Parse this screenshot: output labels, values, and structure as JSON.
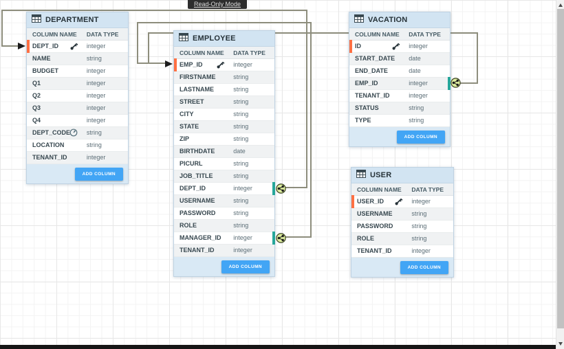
{
  "read_only": {
    "label": "Read-Only Mode"
  },
  "labels": {
    "add_column": "ADD COLUMN"
  },
  "table_headers": {
    "column_name": "COLUMN NAME",
    "data_type": "DATA TYPE"
  },
  "colors": {
    "table_header_bg": "#d2e4f2",
    "add_column_button": "#42a5f5",
    "primary_key_marker": "#ff7043",
    "foreign_key_marker": "#26a69a",
    "relationship_line": "#8d8d7c",
    "tooltip_bg": "#2d2d2d",
    "connector_fill": "#dcec9e"
  },
  "tables": [
    {
      "name": "DEPARTMENT",
      "columns": [
        {
          "name": "DEPT_ID",
          "type": "integer",
          "pk": true
        },
        {
          "name": "NAME",
          "type": "string"
        },
        {
          "name": "BUDGET",
          "type": "integer"
        },
        {
          "name": "Q1",
          "type": "integer"
        },
        {
          "name": "Q2",
          "type": "integer"
        },
        {
          "name": "Q3",
          "type": "integer"
        },
        {
          "name": "Q4",
          "type": "integer"
        },
        {
          "name": "DEPT_CODE",
          "type": "string",
          "computed": true
        },
        {
          "name": "LOCATION",
          "type": "string"
        },
        {
          "name": "TENANT_ID",
          "type": "integer"
        }
      ]
    },
    {
      "name": "EMPLOYEE",
      "columns": [
        {
          "name": "EMP_ID",
          "type": "integer",
          "pk": true
        },
        {
          "name": "FIRSTNAME",
          "type": "string"
        },
        {
          "name": "LASTNAME",
          "type": "string"
        },
        {
          "name": "STREET",
          "type": "string"
        },
        {
          "name": "CITY",
          "type": "string"
        },
        {
          "name": "STATE",
          "type": "string"
        },
        {
          "name": "ZIP",
          "type": "string"
        },
        {
          "name": "BIRTHDATE",
          "type": "date"
        },
        {
          "name": "PICURL",
          "type": "string"
        },
        {
          "name": "JOB_TITLE",
          "type": "string"
        },
        {
          "name": "DEPT_ID",
          "type": "integer",
          "fk": true
        },
        {
          "name": "USERNAME",
          "type": "string"
        },
        {
          "name": "PASSWORD",
          "type": "string"
        },
        {
          "name": "ROLE",
          "type": "string"
        },
        {
          "name": "MANAGER_ID",
          "type": "integer",
          "fk": true
        },
        {
          "name": "TENANT_ID",
          "type": "integer"
        }
      ]
    },
    {
      "name": "VACATION",
      "columns": [
        {
          "name": "ID",
          "type": "integer",
          "pk": true
        },
        {
          "name": "START_DATE",
          "type": "date"
        },
        {
          "name": "END_DATE",
          "type": "date"
        },
        {
          "name": "EMP_ID",
          "type": "integer",
          "fk": true
        },
        {
          "name": "TENANT_ID",
          "type": "integer"
        },
        {
          "name": "STATUS",
          "type": "string"
        },
        {
          "name": "TYPE",
          "type": "string"
        }
      ]
    },
    {
      "name": "USER",
      "columns": [
        {
          "name": "USER_ID",
          "type": "integer",
          "pk": true
        },
        {
          "name": "USERNAME",
          "type": "string"
        },
        {
          "name": "PASSWORD",
          "type": "string"
        },
        {
          "name": "ROLE",
          "type": "string"
        },
        {
          "name": "TENANT_ID",
          "type": "integer"
        }
      ]
    }
  ]
}
